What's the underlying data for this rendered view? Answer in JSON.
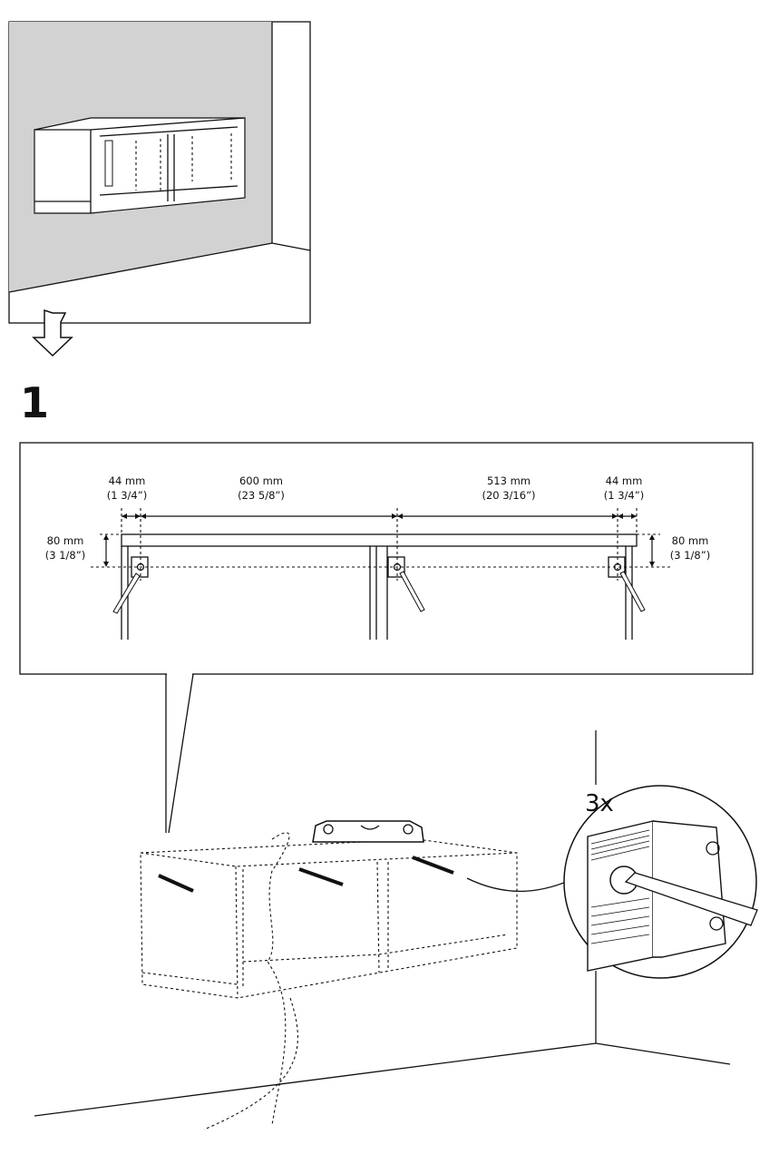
{
  "step": {
    "number": "1"
  },
  "dimensions": {
    "top_left": {
      "mm": "44 mm",
      "inch": "(1 3/4”)"
    },
    "top_mid_left": {
      "mm": "600 mm",
      "inch": "(23 5/8”)"
    },
    "top_mid_right": {
      "mm": "513 mm",
      "inch": "(20 3/16”)"
    },
    "top_right": {
      "mm": "44 mm",
      "inch": "(1 3/4”)"
    },
    "height_left": {
      "mm": "80 mm",
      "inch": "(3 1/8”)"
    },
    "height_right": {
      "mm": "80 mm",
      "inch": "(3 1/8”)"
    }
  },
  "detail": {
    "quantity": "3x"
  },
  "colors": {
    "wall": "#d2d2d2",
    "ink": "#111111"
  }
}
